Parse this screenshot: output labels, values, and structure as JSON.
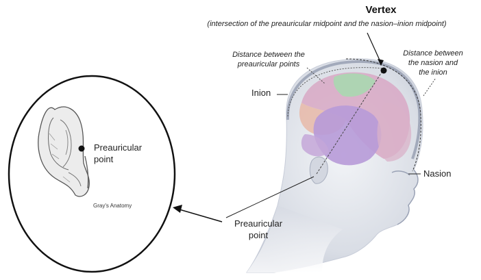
{
  "title": "Vertex",
  "subtitle": "(intersection of the preauricular midpoint and the nasion–inion midpoint)",
  "labels": {
    "preauricular_distance": [
      "Distance between the",
      "preauricular points"
    ],
    "nasion_inion_distance": [
      "Distance between",
      "the nasion and",
      "the inion"
    ],
    "inion": "Inion",
    "nasion": "Nasion",
    "preauricular_point_head": [
      "Preauricular",
      "point"
    ],
    "preauricular_point_ear": [
      "Preauricular",
      "point"
    ],
    "credit": "Gray's Anatomy"
  },
  "colors": {
    "brain_purple": "#b79ad8",
    "brain_pink": "#d8a8c4",
    "brain_green": "#a8d8b0",
    "brain_peach": "#e8b8a8",
    "head_skin": "#e7eaf0",
    "outline": "#111111"
  }
}
